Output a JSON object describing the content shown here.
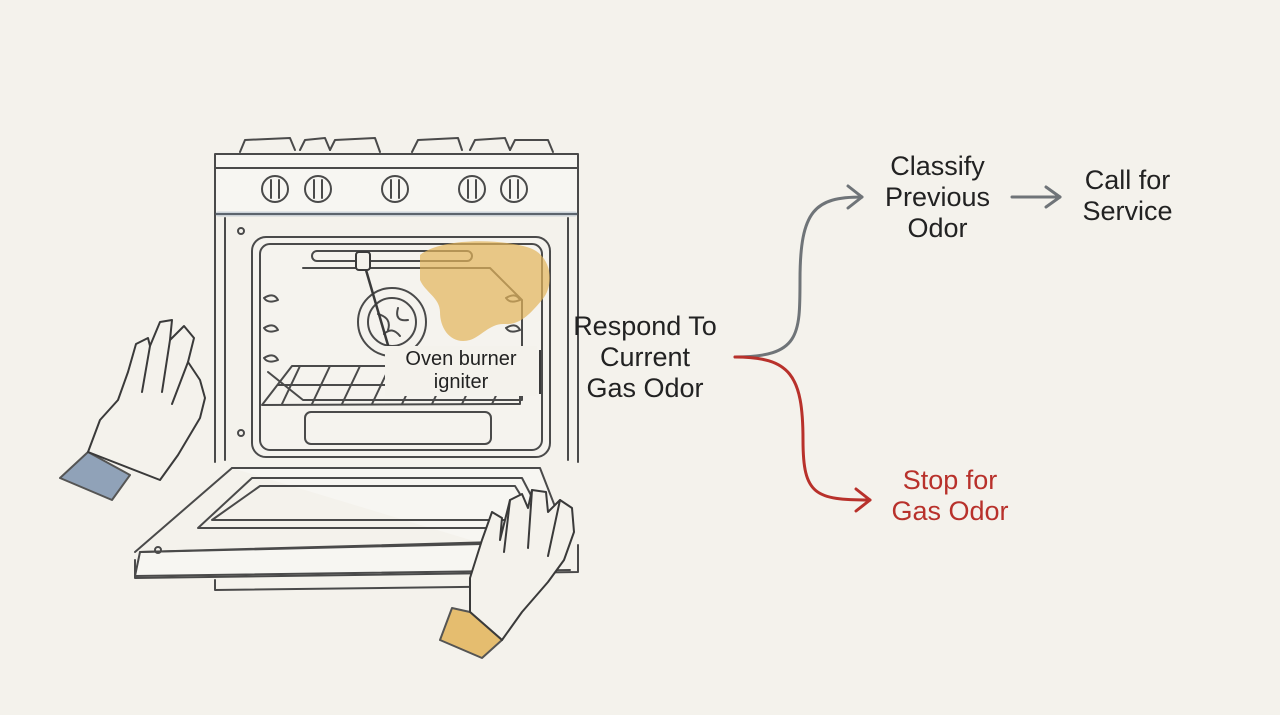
{
  "diagram": {
    "callout": {
      "line1": "Oven burner",
      "line2": "igniter"
    },
    "nodes": {
      "respond": {
        "line1": "Respond To",
        "line2": "Current",
        "line3": "Gas Odor"
      },
      "classify": {
        "line1": "Classify",
        "line2": "Previous",
        "line3": "Odor"
      },
      "call": {
        "line1": "Call for",
        "line2": "Service"
      },
      "stop": {
        "line1": "Stop for",
        "line2": "Gas Odor"
      }
    },
    "colors": {
      "background": "#f4f2ec",
      "ink": "#4a4a4a",
      "arrow_gray": "#6f7478",
      "arrow_red": "#b8312b",
      "stop_text": "#b8312b",
      "grease_stain": "#e3b45a",
      "sleeve": "#7f95b0"
    },
    "icons": [
      "oven-icon",
      "hand-icon",
      "igniter-icon",
      "burner-icon",
      "rack-icon",
      "grease-stain-icon"
    ]
  }
}
